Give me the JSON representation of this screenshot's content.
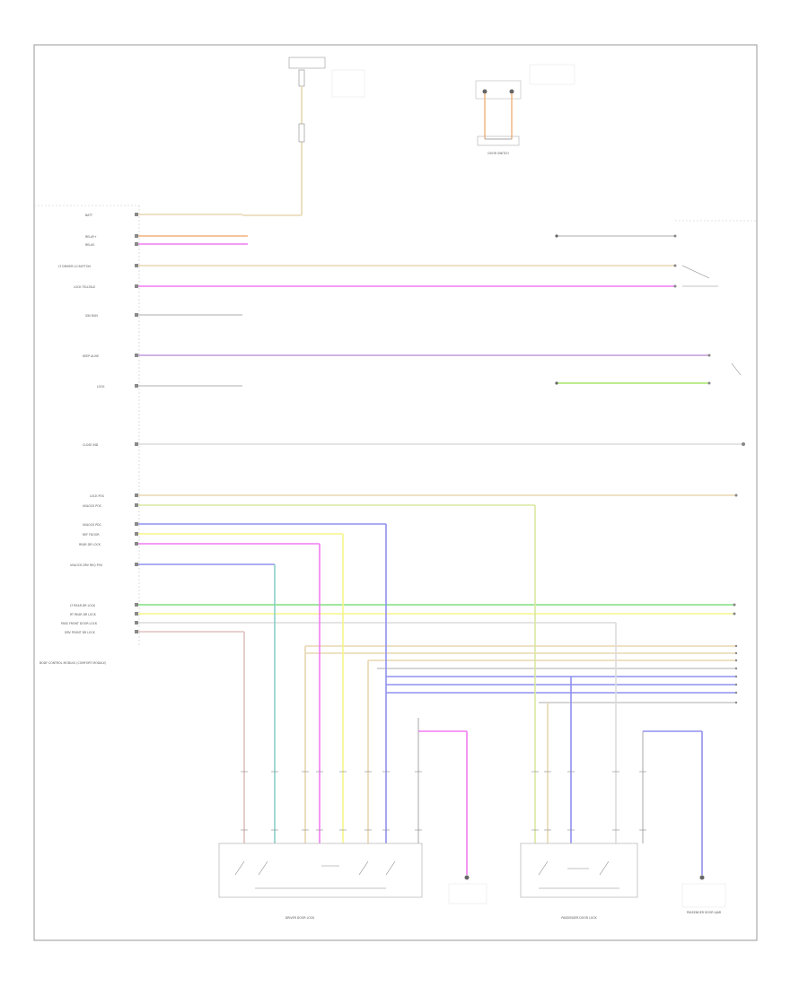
{
  "colors": {
    "pink": "#f07cf0",
    "yellow": "#f5f58a",
    "lime": "#a6e86a",
    "green": "#5fd35f",
    "purple": "#9090f0",
    "violet": "#c49ad8",
    "tan": "#e8d7b0",
    "orange": "#f0b27a",
    "teal": "#8ad0c8",
    "gray": "#c8c8c8",
    "red": "#e88a8a"
  },
  "footer": {
    "code": ""
  },
  "left_labels": [
    {
      "text": "BATT"
    },
    {
      "text": "RELAY+"
    },
    {
      "text": "RELAY-"
    },
    {
      "text": "LT DRIVER LO BUTTON"
    },
    {
      "text": "LOCK TELLTALE"
    },
    {
      "text": "IGN RUN"
    },
    {
      "text": "KEEP ALIVE"
    },
    {
      "text": "LOCK"
    },
    {
      "text": "CLOSE IND"
    },
    {
      "text": "LOCK POS"
    },
    {
      "text": "UNLOCK POS"
    },
    {
      "text": "UNLOCK PDC"
    },
    {
      "text": "REF FDOOR"
    },
    {
      "text": "REAR DR LOCK"
    },
    {
      "text": "UNLOCK DRV REQ POS"
    },
    {
      "text": "LT REAR DR LOCK"
    },
    {
      "text": "RT REAR DR LOCK"
    },
    {
      "text": "PASS FRONT DOOR LOCK"
    },
    {
      "text": "DRV FRONT DR LOCK"
    },
    {
      "text": "BODY CONTROL MODULE (COMFORT MODULE)"
    }
  ],
  "components": [
    {
      "text": "DRIVER DOOR LOCK"
    },
    {
      "text": "PASSENGER DOOR LOCK"
    },
    {
      "text": "DOOR SWITCH"
    },
    {
      "text": "PASSENGER DOOR AJAR"
    }
  ]
}
